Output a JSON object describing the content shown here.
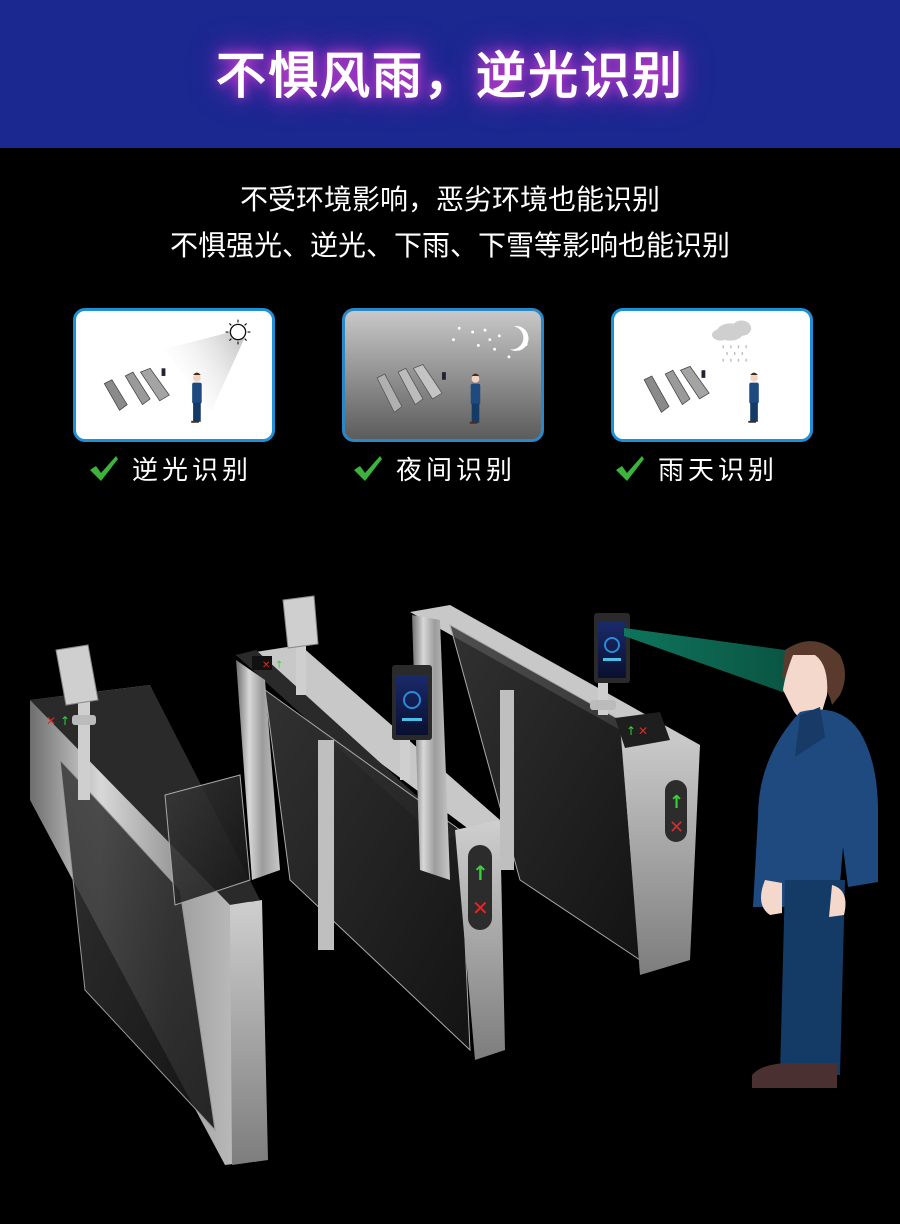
{
  "header": {
    "title": "不惧风雨，逆光识别",
    "background_color": "#1b2890",
    "glow_color": "#b040d0"
  },
  "subtitle": {
    "line1": "不受环境影响，恶劣环境也能识别",
    "line2": "不惧强光、逆光、下雨、下雪等影响也能识别"
  },
  "scenarios": [
    {
      "label": "逆光识别",
      "icon": "sun-icon",
      "background": "white"
    },
    {
      "label": "夜间识别",
      "icon": "moon-stars-icon",
      "background": "gray-gradient"
    },
    {
      "label": "雨天识别",
      "icon": "rain-cloud-icon",
      "background": "white"
    }
  ],
  "colors": {
    "card_border": "#1e90d8",
    "check_green": "#3cb43c",
    "scan_beam": "#0e6a55",
    "suit_blue": "#1e4a80",
    "pants_blue": "#143a66",
    "indicator_green": "#3ad13a",
    "indicator_red": "#e02828"
  },
  "illustration": {
    "description": "Three stainless steel swing-gate turnstiles with face recognition terminals; a man facing a terminal with a green scan beam"
  }
}
